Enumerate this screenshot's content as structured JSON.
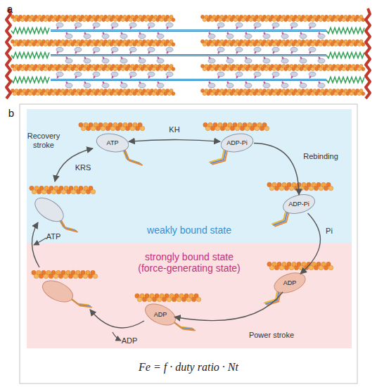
{
  "diagram": {
    "caption": "Fe = f · duty ratio · Nt",
    "nodes": [
      {
        "text": [
          "weakly bound state"
        ]
      },
      {
        "text": [
          "strongly bound state (force-generating state)"
        ]
      },
      {
        "text": [
          "ATP"
        ],
        "in": 0
      },
      {
        "text": [
          "ADP-Pi"
        ],
        "in": 0
      },
      {
        "text": [
          "ADP-Pi"
        ],
        "in": 0
      },
      {
        "text": [
          "ADP"
        ],
        "in": 1
      },
      {
        "text": [
          "ADP"
        ],
        "in": 1
      }
    ],
    "edges": [
      {
        "from": 2,
        "to": 3,
        "label": "KH",
        "arrow": "both"
      },
      {
        "from": 3,
        "to": 4,
        "label": "Rebinding",
        "arrow": "to"
      },
      {
        "from": 4,
        "to": 5,
        "label": "Pi",
        "arrow": "to"
      },
      {
        "from": 5,
        "to": 6,
        "label": "Power stroke",
        "arrow": "to"
      }
    ],
    "labels": [
      "a",
      "b",
      "Recovery stroke",
      "KRS",
      "ATP",
      "ADP"
    ]
  }
}
